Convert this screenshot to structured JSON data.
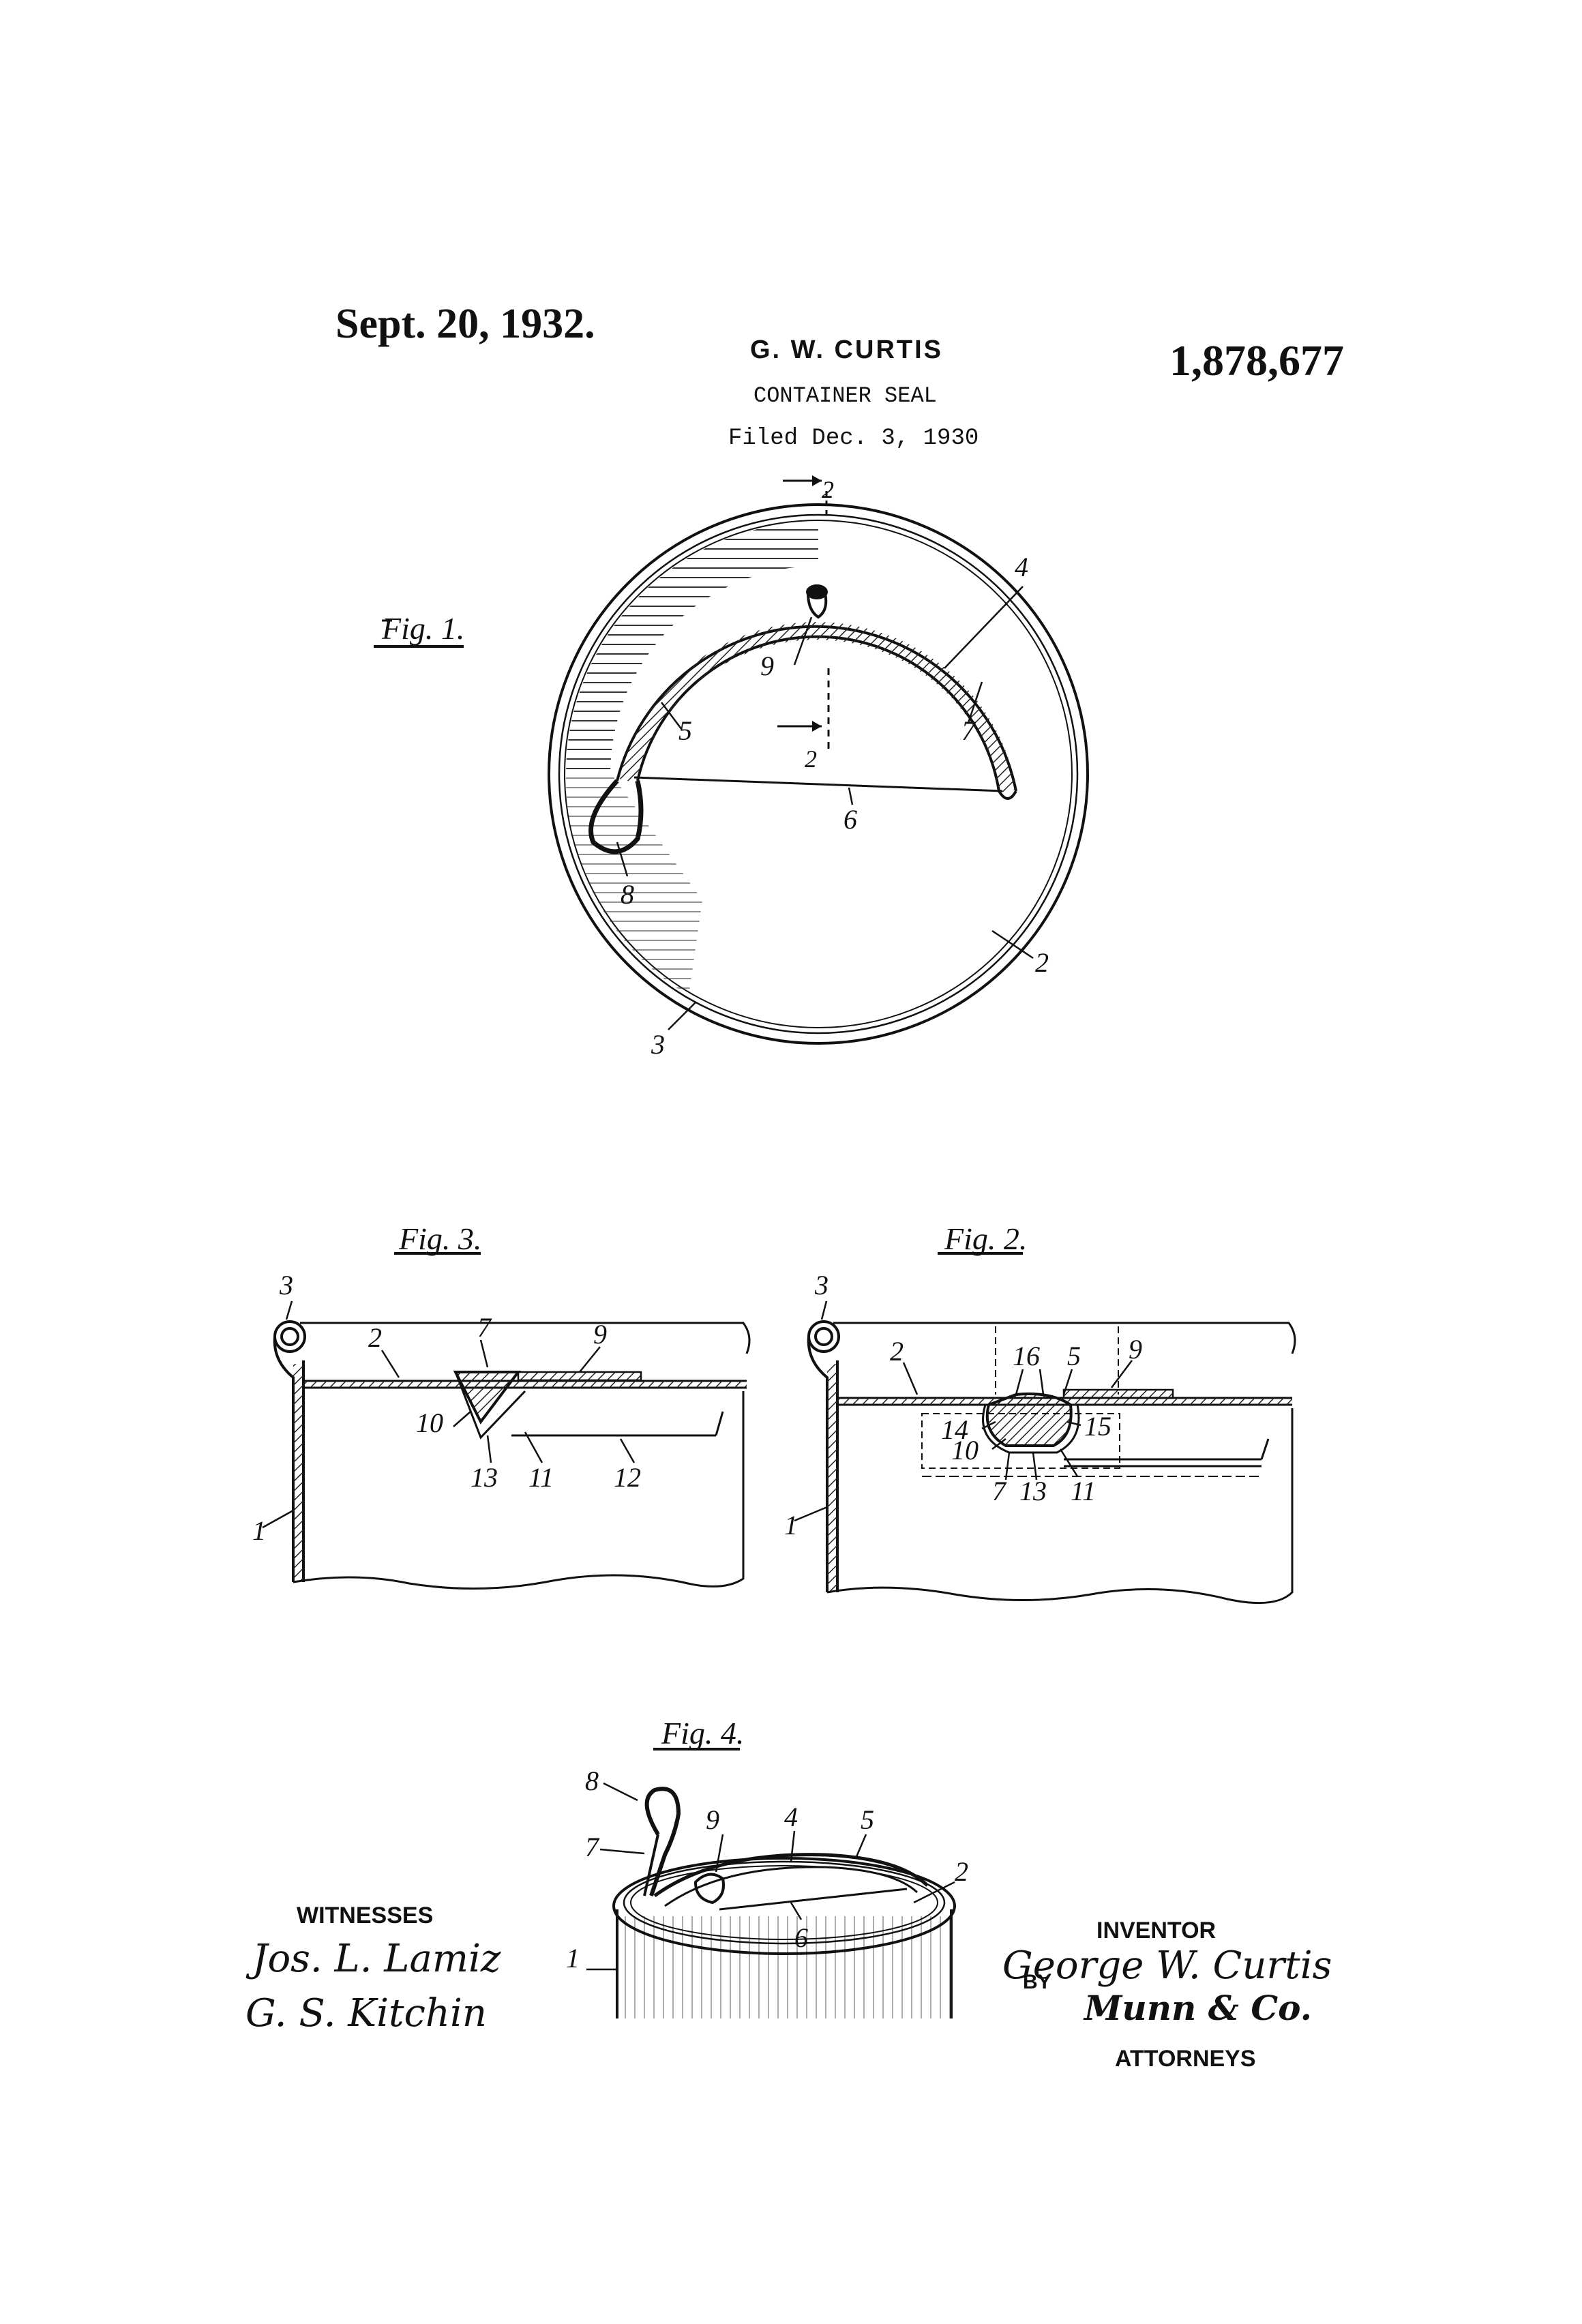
{
  "header": {
    "date": "Sept. 20, 1932.",
    "inventor_name": "G. W. CURTIS",
    "patent_number": "1,878,677",
    "title": "CONTAINER SEAL",
    "filed": "Filed Dec. 3, 1930"
  },
  "figures": {
    "fig1": "Fig. 1.",
    "fig2": "Fig. 2.",
    "fig3": "Fig. 3.",
    "fig4": "Fig. 4."
  },
  "numerals": {
    "n1": "1",
    "n2": "2",
    "n3": "3",
    "n4": "4",
    "n5": "5",
    "n6": "6",
    "n7": "7",
    "n8": "8",
    "n9": "9",
    "n10": "10",
    "n11": "11",
    "n12": "12",
    "n13": "13",
    "n14": "14",
    "n15": "15",
    "n16": "16"
  },
  "section_marker": "2",
  "witnesses": {
    "label": "WITNESSES",
    "sig1": "Jos. L. Lamiz",
    "sig2": "G. S. Kitchin"
  },
  "inventor": {
    "label": "INVENTOR",
    "signature": "George W. Curtis",
    "by": "BY",
    "attorney_sig": "Munn & Co.",
    "attorneys_label": "ATTORNEYS"
  }
}
